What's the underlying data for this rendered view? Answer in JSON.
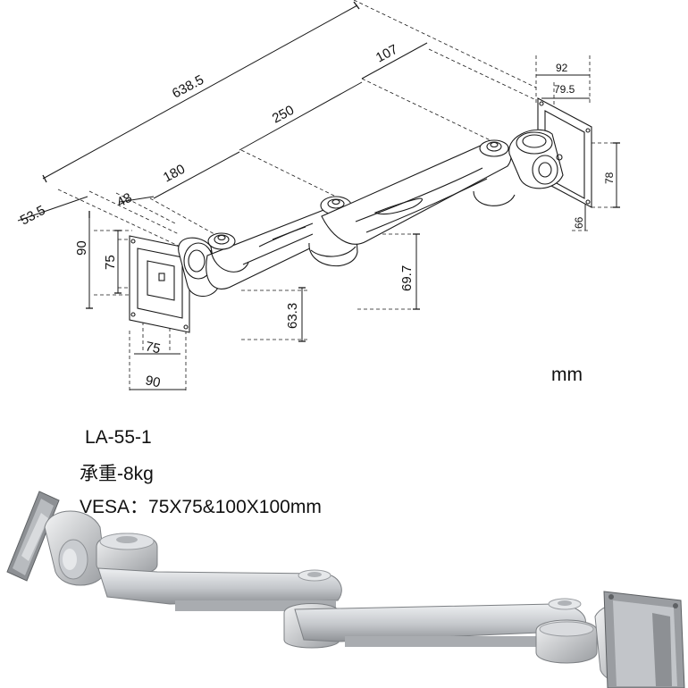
{
  "dimensions": {
    "overall_length": "638.5",
    "segment_107": "107",
    "segment_250": "250",
    "segment_180": "180",
    "segment_48": "48",
    "offset_53_5": "53.5",
    "plate_height_90": "90",
    "plate_height_75": "75",
    "plate_width_75": "75",
    "plate_width_90": "90",
    "height_63_3": "63.3",
    "height_69_7": "69.7",
    "wall_width_92": "92",
    "wall_width_79_5": "79.5",
    "wall_height_78": "78",
    "wall_height_66": "66"
  },
  "spec": {
    "unit": "mm",
    "model": "LA-55-1",
    "load": "承重-8kg",
    "vesa": "VESA：75X75&100X100mm"
  },
  "colors": {
    "line": "#1a1a1a",
    "arm_light": "#d9dbde",
    "arm_mid": "#b8bbbf",
    "arm_dark": "#8d9094"
  }
}
